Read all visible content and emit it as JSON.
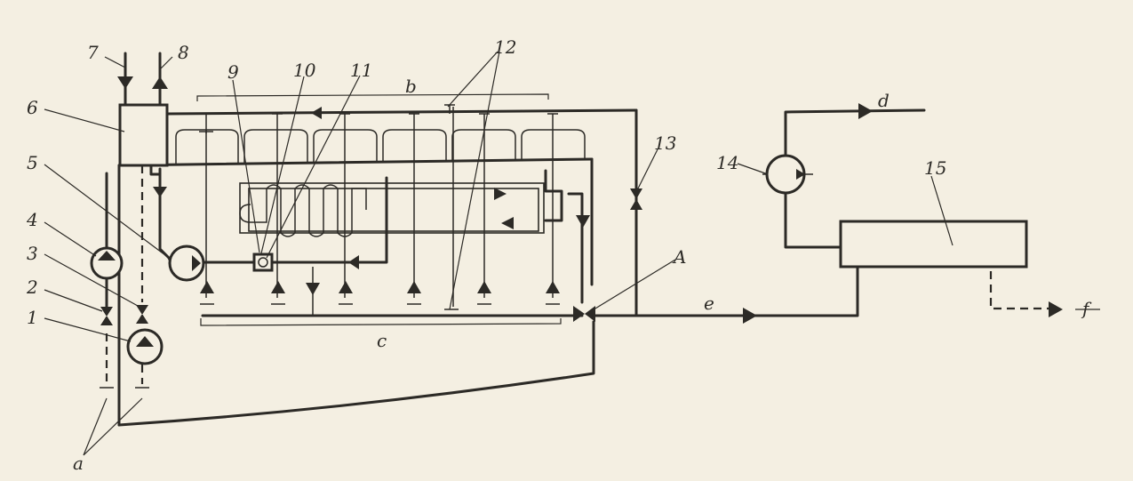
{
  "labels": {
    "n1": "1",
    "n2": "2",
    "n3": "3",
    "n4": "4",
    "n5": "5",
    "n6": "6",
    "n7": "7",
    "n8": "8",
    "n9": "9",
    "n10": "10",
    "n11": "11",
    "n12": "12",
    "n13": "13",
    "n14": "14",
    "n15": "15",
    "A": "A",
    "a": "a",
    "b": "b",
    "c": "c",
    "d": "d",
    "e": "e",
    "f": "f"
  },
  "colors": {
    "ink": "#2c2a26",
    "paper": "#f4efe2"
  }
}
